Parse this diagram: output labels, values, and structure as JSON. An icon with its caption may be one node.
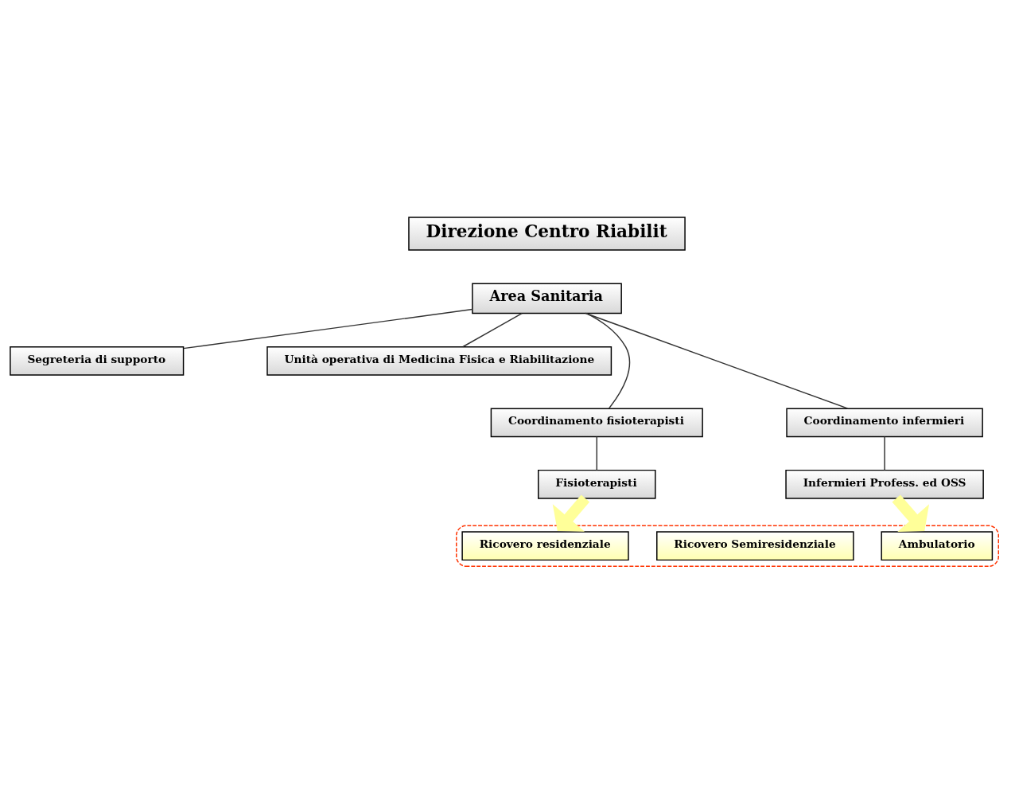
{
  "diagram": {
    "nodes": [
      {
        "text": [
          "Direzione Centro Riabilit"
        ]
      },
      {
        "text": [
          "Area Sanitaria"
        ]
      },
      {
        "text": [
          "Segreteria di supporto"
        ]
      },
      {
        "text": [
          "Unità operativa di Medicina Fisica e Riabilitazione"
        ]
      },
      {
        "text": [
          "Coordinamento fisioterapisti"
        ]
      },
      {
        "text": [
          "Coordinamento infermieri"
        ]
      },
      {
        "text": [
          "Fisioterapisti"
        ]
      },
      {
        "text": [
          "Infermieri Profess. ed OSS"
        ]
      },
      {
        "text": [],
        "shape": "box"
      },
      {
        "text": [
          "Ricovero residenziale"
        ],
        "in": 8
      },
      {
        "text": [
          "Ricovero Semiresidenziale"
        ],
        "in": 8
      },
      {
        "text": [
          "Ambulatorio"
        ],
        "in": 8
      }
    ],
    "edges": [
      {
        "from": 1,
        "to": 3,
        "arrow": "none"
      },
      {
        "from": 1,
        "to": 2,
        "arrow": "none"
      },
      {
        "from": 1,
        "to": 4,
        "arrow": "none"
      },
      {
        "from": 1,
        "to": 5,
        "arrow": "none"
      },
      {
        "from": 4,
        "to": 6,
        "arrow": "none"
      },
      {
        "from": 5,
        "to": 7,
        "arrow": "none"
      },
      {
        "from": 6,
        "to": 8,
        "arrow": "to",
        "style": "thick",
        "color": "#ffff99"
      },
      {
        "from": 7,
        "to": 8,
        "arrow": "to",
        "style": "thick",
        "color": "#ffff99"
      }
    ]
  }
}
